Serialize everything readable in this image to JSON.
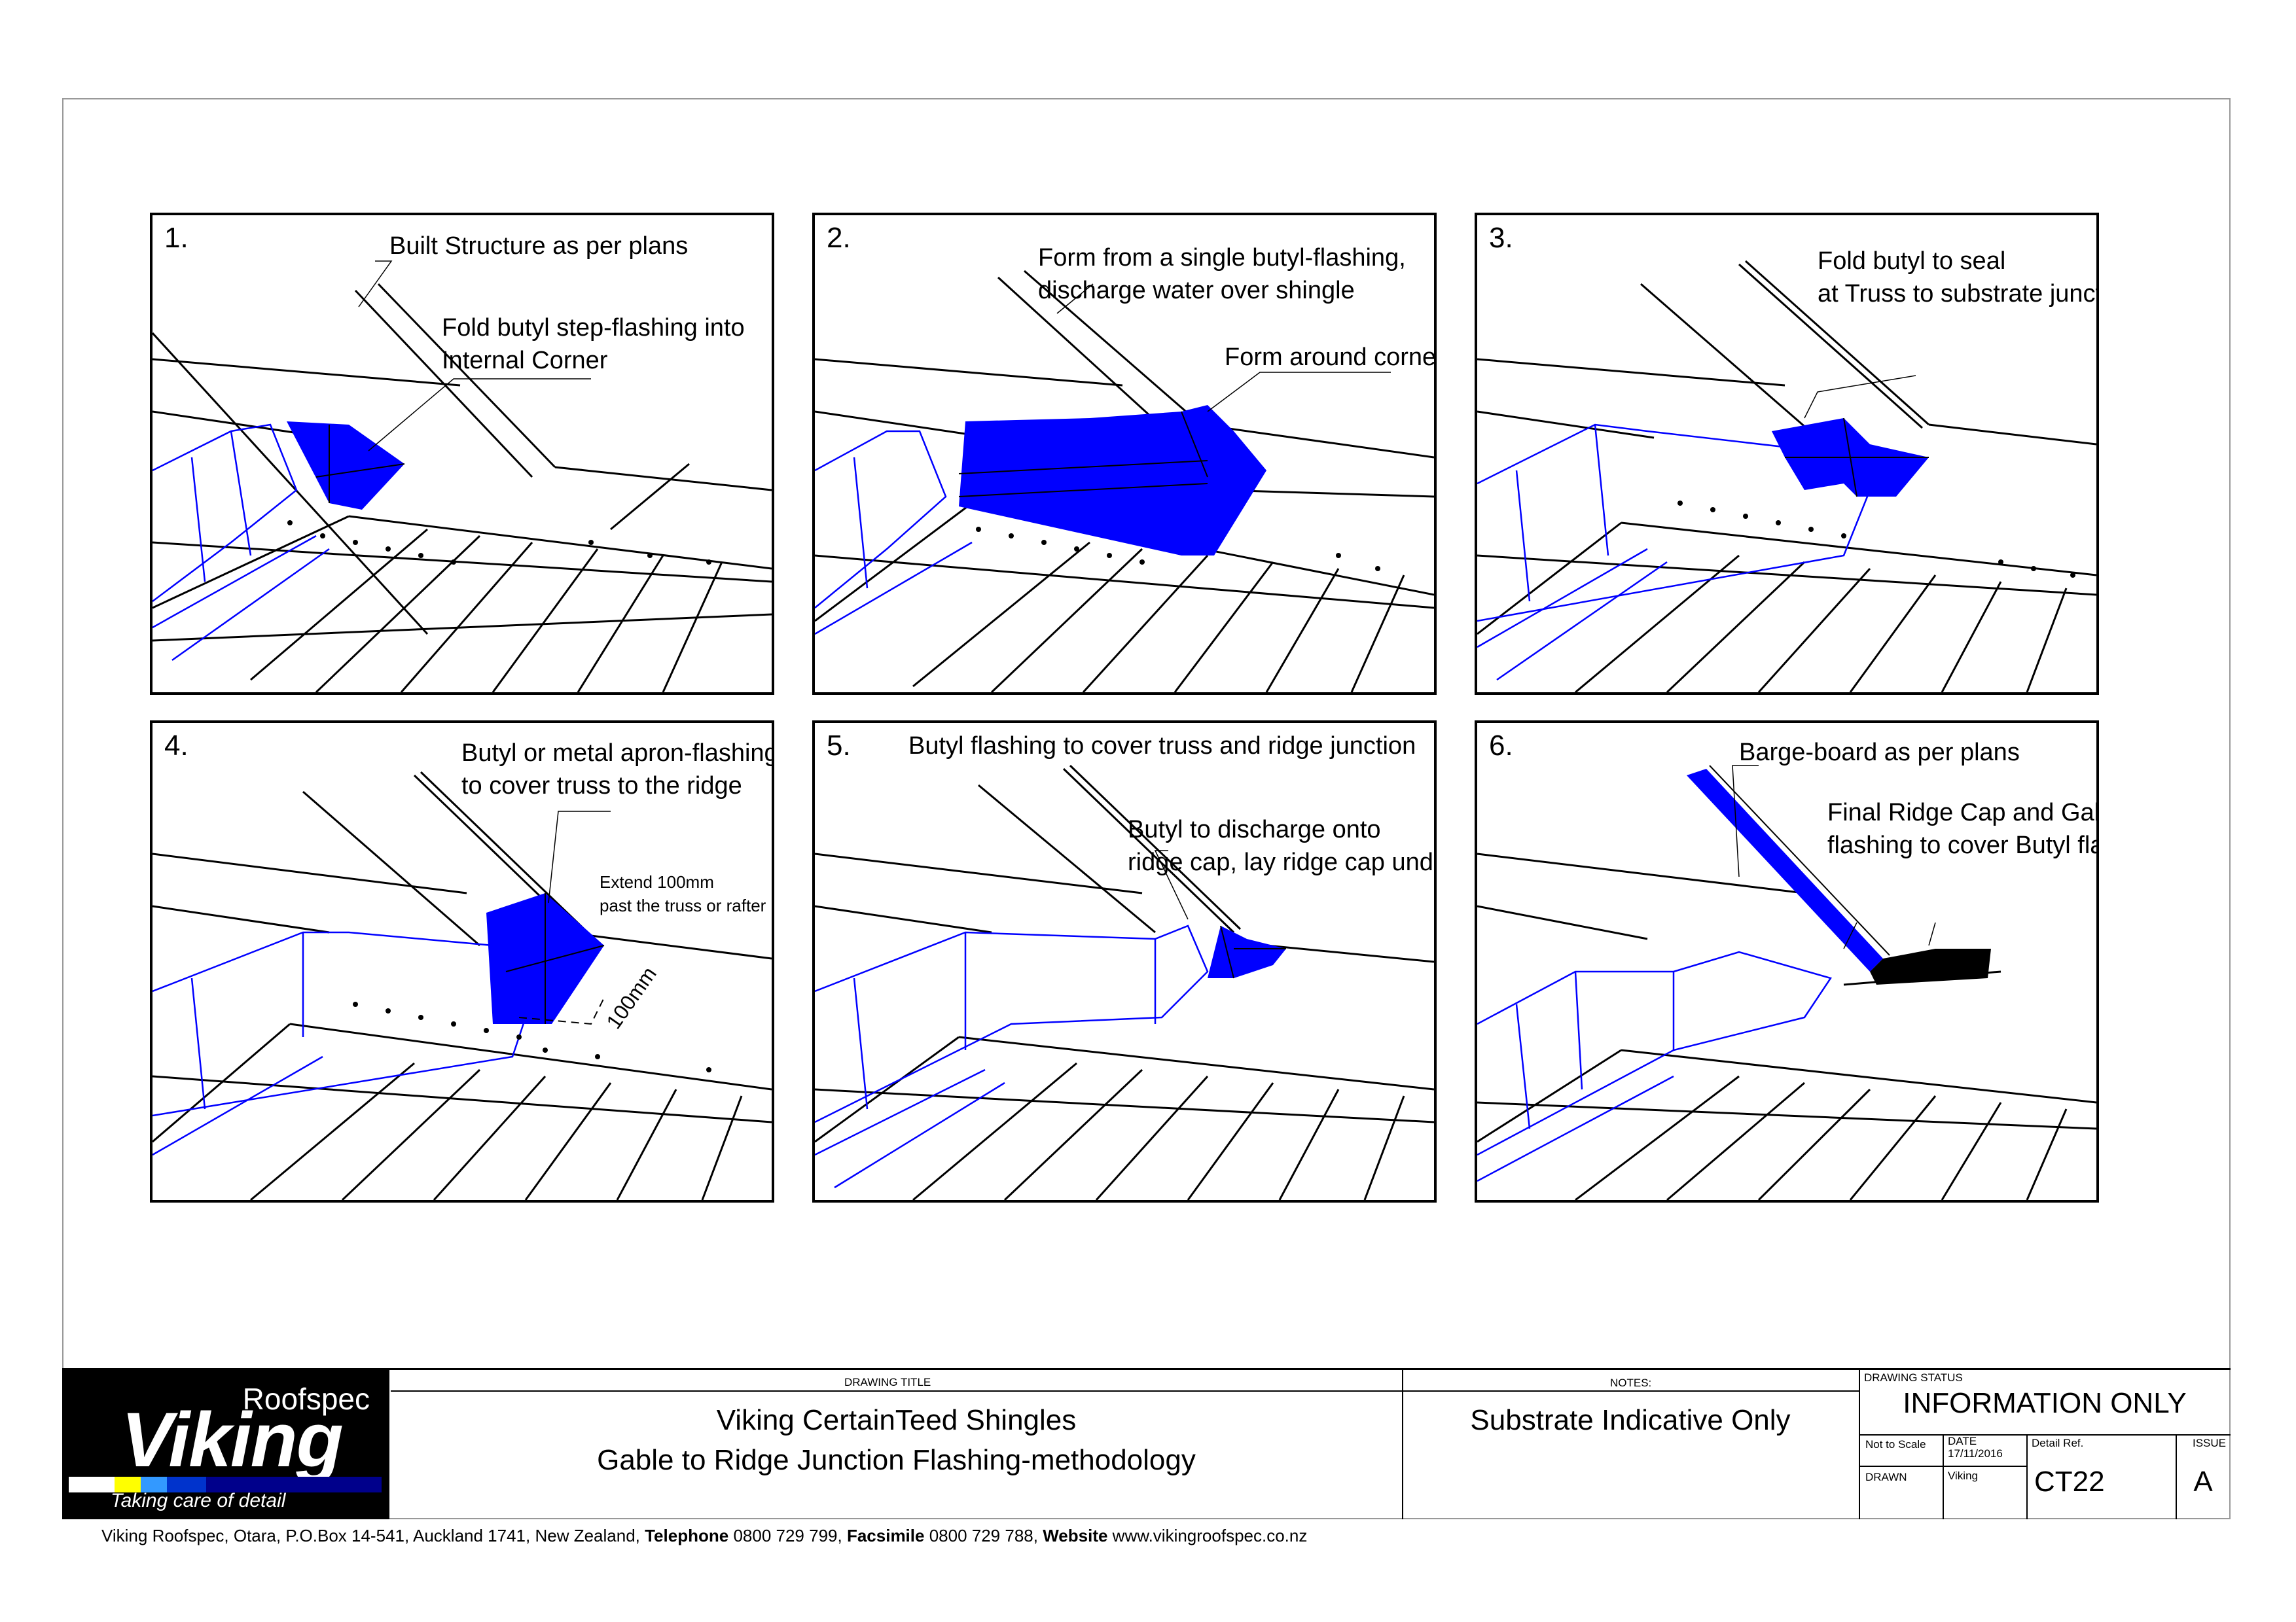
{
  "panels": [
    {
      "number": "1.",
      "annotations": [
        [
          "Built Structure as per plans"
        ],
        [
          "Fold butyl step-flashing into",
          "Internal Corner"
        ]
      ]
    },
    {
      "number": "2.",
      "annotations": [
        [
          "Form from a single butyl-flashing,",
          "discharge water over shingle"
        ],
        [
          "Form around corner"
        ]
      ]
    },
    {
      "number": "3.",
      "annotations": [
        [
          "Fold butyl to seal",
          " at Truss to substrate junction"
        ]
      ]
    },
    {
      "number": "4.",
      "annotations": [
        [
          "Butyl or metal apron-flashing",
          "to cover truss to the ridge"
        ],
        [
          "Extend 100mm",
          "past the truss or rafter"
        ]
      ],
      "dimension": "100mm"
    },
    {
      "number": "5.",
      "annotations": [
        [
          "Butyl flashing to cover truss and ridge junction"
        ],
        [
          "Butyl to discharge onto",
          "ridge cap, lay ridge cap under"
        ]
      ]
    },
    {
      "number": "6.",
      "annotations": [
        [
          "Barge-board as per plans"
        ],
        [
          "Final Ridge Cap and Gable",
          "flashing to cover Butyl flashing"
        ]
      ]
    }
  ],
  "colors": {
    "flashing": "#0000ff",
    "linework": "#000000",
    "substrate": "#0000cc"
  },
  "logo": {
    "brand": "Viking",
    "sub": "Roofspec",
    "tagline": "Taking care of detail"
  },
  "titleblock": {
    "drawing_title_label": "DRAWING TITLE",
    "title_line1": "Viking CertainTeed Shingles",
    "title_line2": "Gable to Ridge Junction Flashing-methodology",
    "notes_label": "NOTES:",
    "notes": "Substrate Indicative Only",
    "status_label": "DRAWING STATUS",
    "status": "INFORMATION ONLY",
    "scale": "Not to Scale",
    "date_label": "DATE",
    "date": "17/11/2016",
    "detail_ref_label": "Detail Ref.",
    "detail_ref": "CT22",
    "issue_label": "ISSUE",
    "issue": "A",
    "drawn_label": "DRAWN",
    "drawn": "Viking"
  },
  "footer": {
    "address": "Viking Roofspec, Otara, P.O.Box 14-541, Auckland 1741, New Zealand,",
    "tel_label": "Telephone",
    "tel": "0800 729 799,",
    "fax_label": "Facsimile",
    "fax": "0800 729 788,",
    "web_label": "Website",
    "web": "www.vikingroofspec.co.nz"
  }
}
